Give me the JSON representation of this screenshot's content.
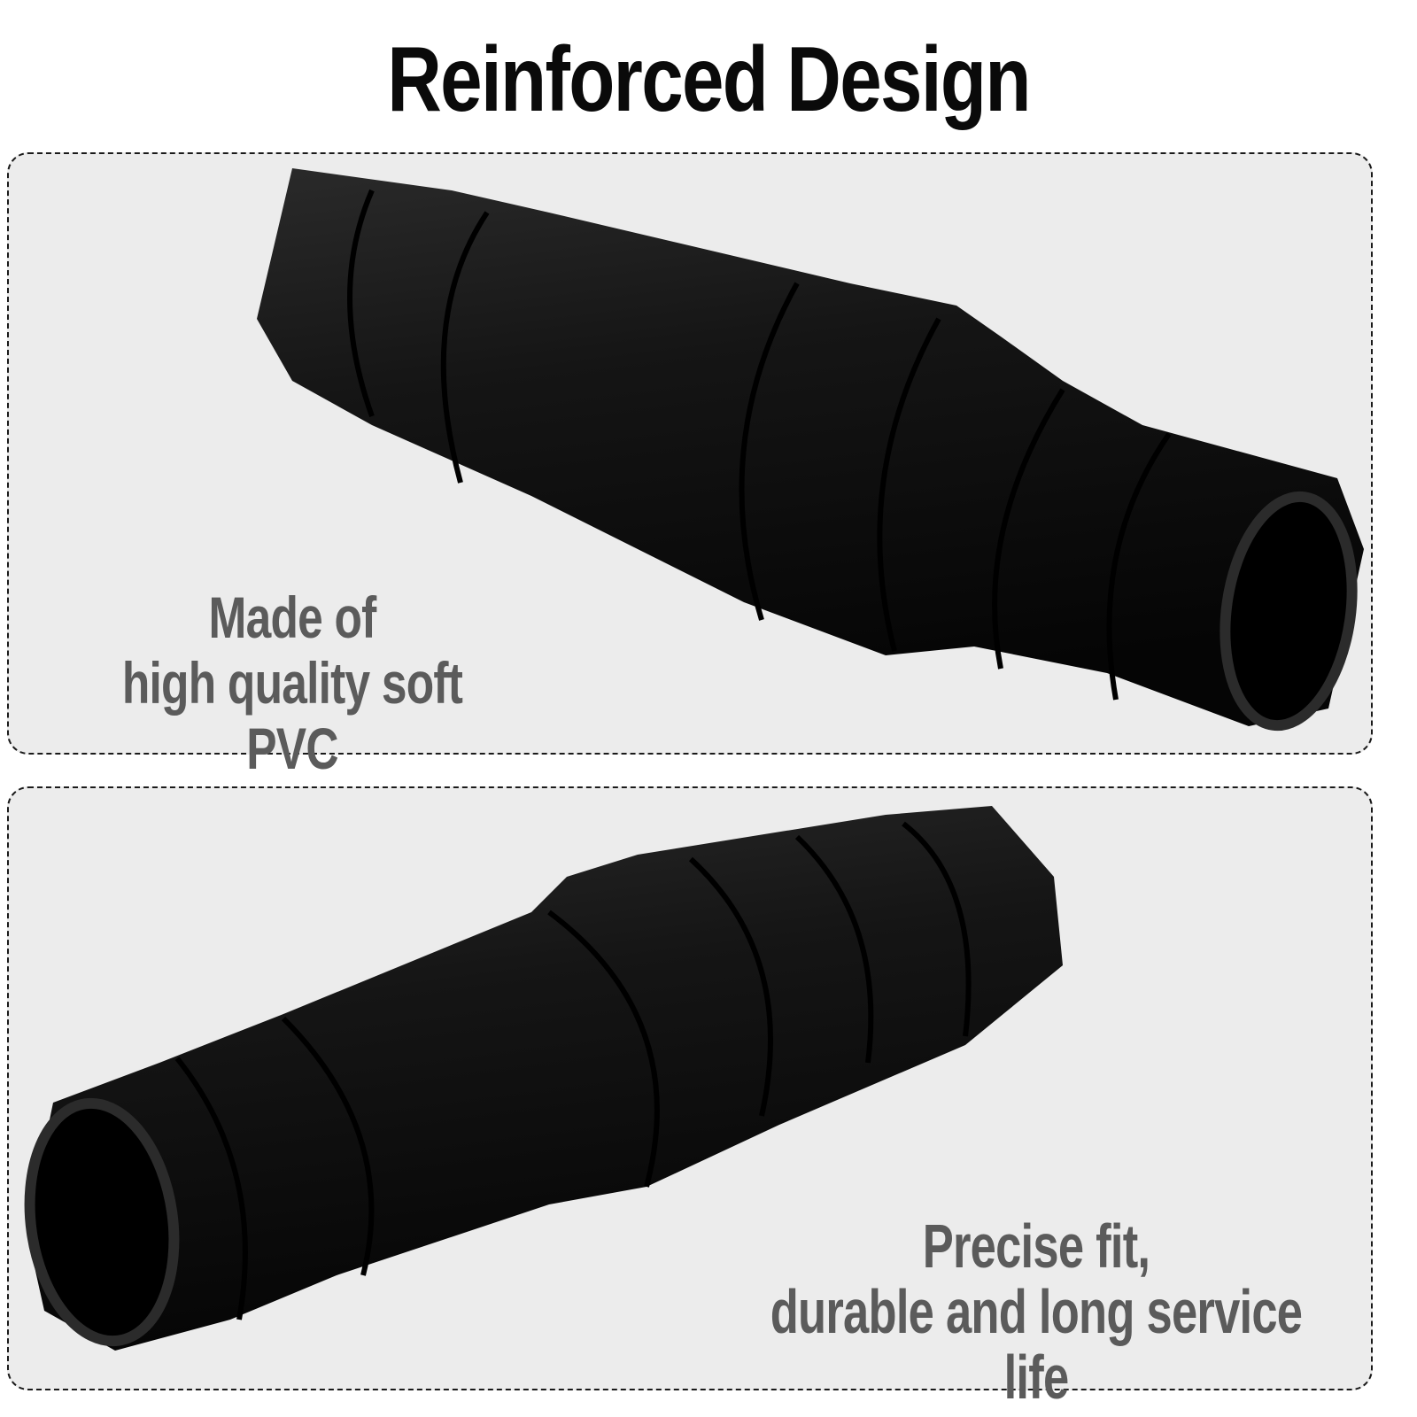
{
  "header": {
    "title": "Reinforced Design"
  },
  "panels": [
    {
      "caption_line1": "Made of",
      "caption_line2": "high quality soft PVC",
      "product": "black-hose-adapter-pointing-right"
    },
    {
      "caption_line1": "Precise fit,",
      "caption_line2": "durable and long service life",
      "product": "black-hose-adapter-pointing-left"
    }
  ],
  "colors": {
    "title": "#0a0a0a",
    "caption": "#5b5b5b",
    "panel_bg": "#ececec",
    "product": "#111111",
    "border": "#1a1a1a"
  }
}
